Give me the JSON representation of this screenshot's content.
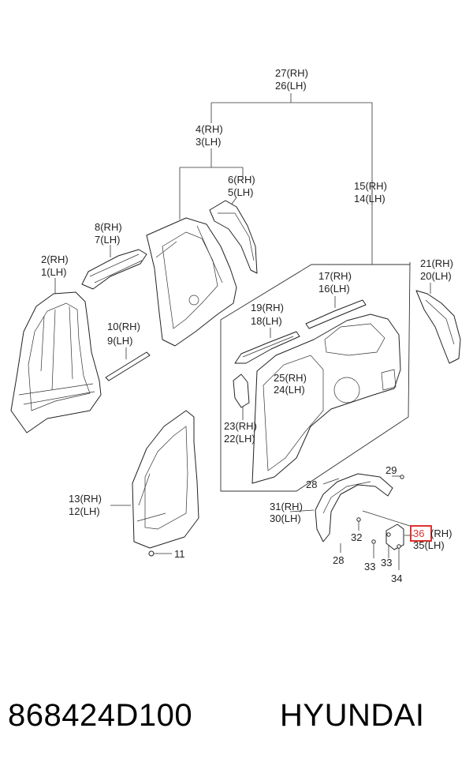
{
  "labels": {
    "p27": "27(RH)",
    "p26": "26(LH)",
    "p4": "4(RH)",
    "p3": "3(LH)",
    "p6": "6(RH)",
    "p5": "5(LH)",
    "p15": "15(RH)",
    "p14": "14(LH)",
    "p8": "8(RH)",
    "p7": "7(LH)",
    "p2": "2(RH)",
    "p1": "1(LH)",
    "p21": "21(RH)",
    "p20": "20(LH)",
    "p17": "17(RH)",
    "p16": "16(LH)",
    "p19": "19(RH)",
    "p18": "18(LH)",
    "p10": "10(RH)",
    "p9": "9(LH)",
    "p25": "25(RH)",
    "p24": "24(LH)",
    "p23": "23(RH)",
    "p22": "22(LH)",
    "p13": "13(RH)",
    "p12": "12(LH)",
    "p11": "11",
    "p28a": "28",
    "p28b": "28",
    "p29": "29",
    "p31": "31(RH)",
    "p30": "30(LH)",
    "p32": "32",
    "p33a": "33",
    "p33b": "33",
    "p34": "34",
    "p36num": "36",
    "p36side": "(RH)",
    "p35": "35(LH)"
  },
  "highlight": {
    "part": "36",
    "color": "#e0312f"
  },
  "footer": {
    "part_number": "868424D100",
    "brand": "HYUNDAI"
  }
}
